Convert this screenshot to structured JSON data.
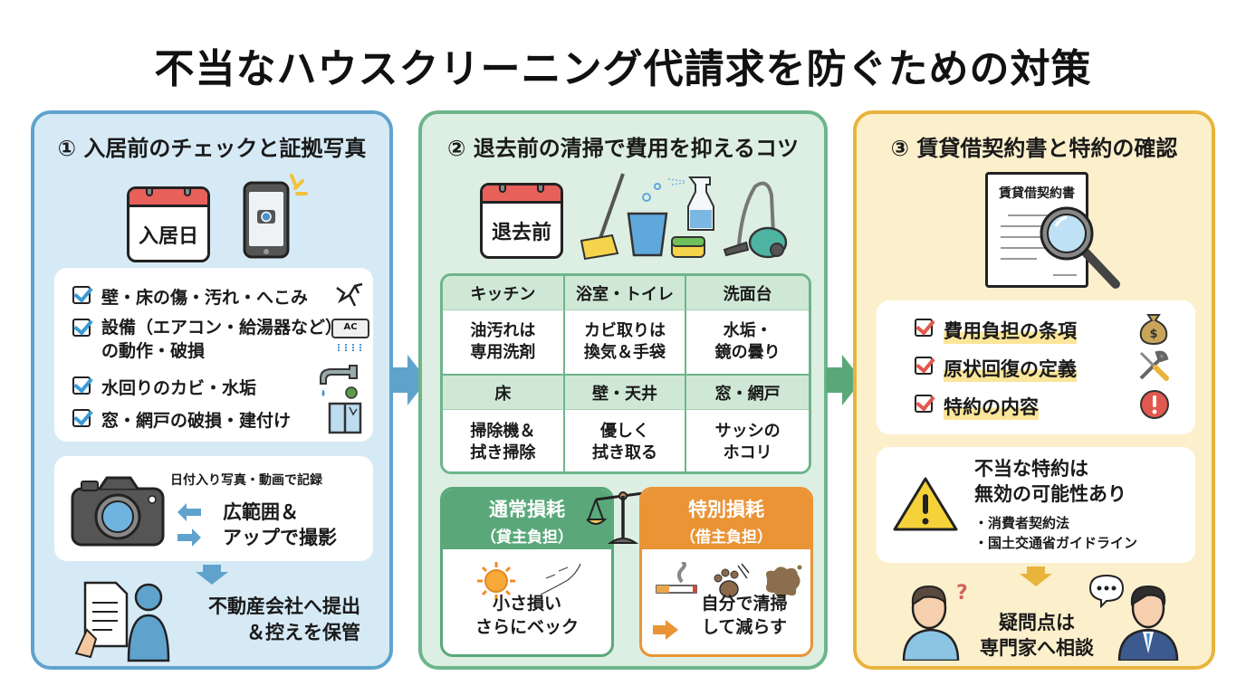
{
  "title": "不当なハウスクリーニング代請求を防ぐための対策",
  "colors": {
    "panel1_bg": "#d6eaf6",
    "panel1_border": "#5fa3cd",
    "panel2_bg": "#ddefe2",
    "panel2_border": "#6db58a",
    "panel3_bg": "#fcf0cc",
    "panel3_border": "#e8b43c",
    "normal_wear": "#5aa87a",
    "special_wear": "#ea9436"
  },
  "panel1": {
    "title": "① 入居前のチェックと証拠写真",
    "calendar_label": "入居日",
    "icons": [
      "calendar-icon",
      "smartphone-camera-icon"
    ],
    "checklist": [
      {
        "text": "壁・床の傷・汚れ・へこみ",
        "icon": "crack-icon"
      },
      {
        "text": "設備（エアコン・給湯器など）\nの動作・破損",
        "line1": "設備（エアコン・給湯器など）",
        "line2": "の動作・破損",
        "icon": "air-conditioner-icon",
        "icon_label": "AC"
      },
      {
        "text": "水回りのカビ・水垢",
        "icon": "faucet-mold-icon"
      },
      {
        "text": "窓・網戸の破損・建付け",
        "icon": "window-icon"
      }
    ],
    "photo": {
      "caption": "日付入り写真・動画で記録",
      "line1": "広範囲＆",
      "line2": "アップで撮影",
      "icon": "camera-icon"
    },
    "submit": {
      "line1": "不動産会社へ提出",
      "line2": "＆控えを保管",
      "icon": "person-document-icon"
    }
  },
  "panel2": {
    "title": "② 退去前の清掃で費用を抑えるコツ",
    "calendar_label": "退去前",
    "icons": [
      "calendar-icon",
      "broom-icon",
      "bucket-icon",
      "sponge-icon",
      "spray-bottle-icon",
      "vacuum-icon"
    ],
    "grid": [
      {
        "area": "キッチン",
        "tip": "油汚れは\n専用洗剤"
      },
      {
        "area": "浴室・トイレ",
        "tip": "カビ取りは\n換気＆手袋"
      },
      {
        "area": "洗面台",
        "tip": "水垢・\n鏡の曇り"
      },
      {
        "area": "床",
        "tip": "掃除機＆\n拭き掃除"
      },
      {
        "area": "壁・天井",
        "tip": "優しく\n拭き取る"
      },
      {
        "area": "窓・網戸",
        "tip": "サッシの\nホコリ"
      }
    ],
    "normal_wear": {
      "title": "通常損耗",
      "subtitle": "（貸主負担）",
      "body": "小さ損い\nさらにベック",
      "icons": [
        "sun-icon",
        "scratch-icon"
      ]
    },
    "special_wear": {
      "title": "特別損耗",
      "subtitle": "（借主負担）",
      "body": "自分で清掃\nして減らす",
      "icons": [
        "cigarette-icon",
        "paw-print-icon",
        "stain-icon"
      ]
    },
    "scale_icon": "balance-scale-icon"
  },
  "panel3": {
    "title": "③ 賃貸借契約書と特約の確認",
    "document_label": "賃貸借契約書",
    "checklist": [
      {
        "text": "費用負担の条項",
        "icon": "money-bag-icon"
      },
      {
        "text": "原状回復の定義",
        "icon": "tools-icon"
      },
      {
        "text": "特約の内容",
        "icon": "exclamation-icon"
      }
    ],
    "warning": {
      "line1": "不当な特約は",
      "line2": "無効の可能性あり",
      "bullets": [
        "消費者契約法",
        "国土交通省ガイドライン"
      ]
    },
    "consult": {
      "line1": "疑問点は",
      "line2": "専門家へ相談"
    }
  }
}
